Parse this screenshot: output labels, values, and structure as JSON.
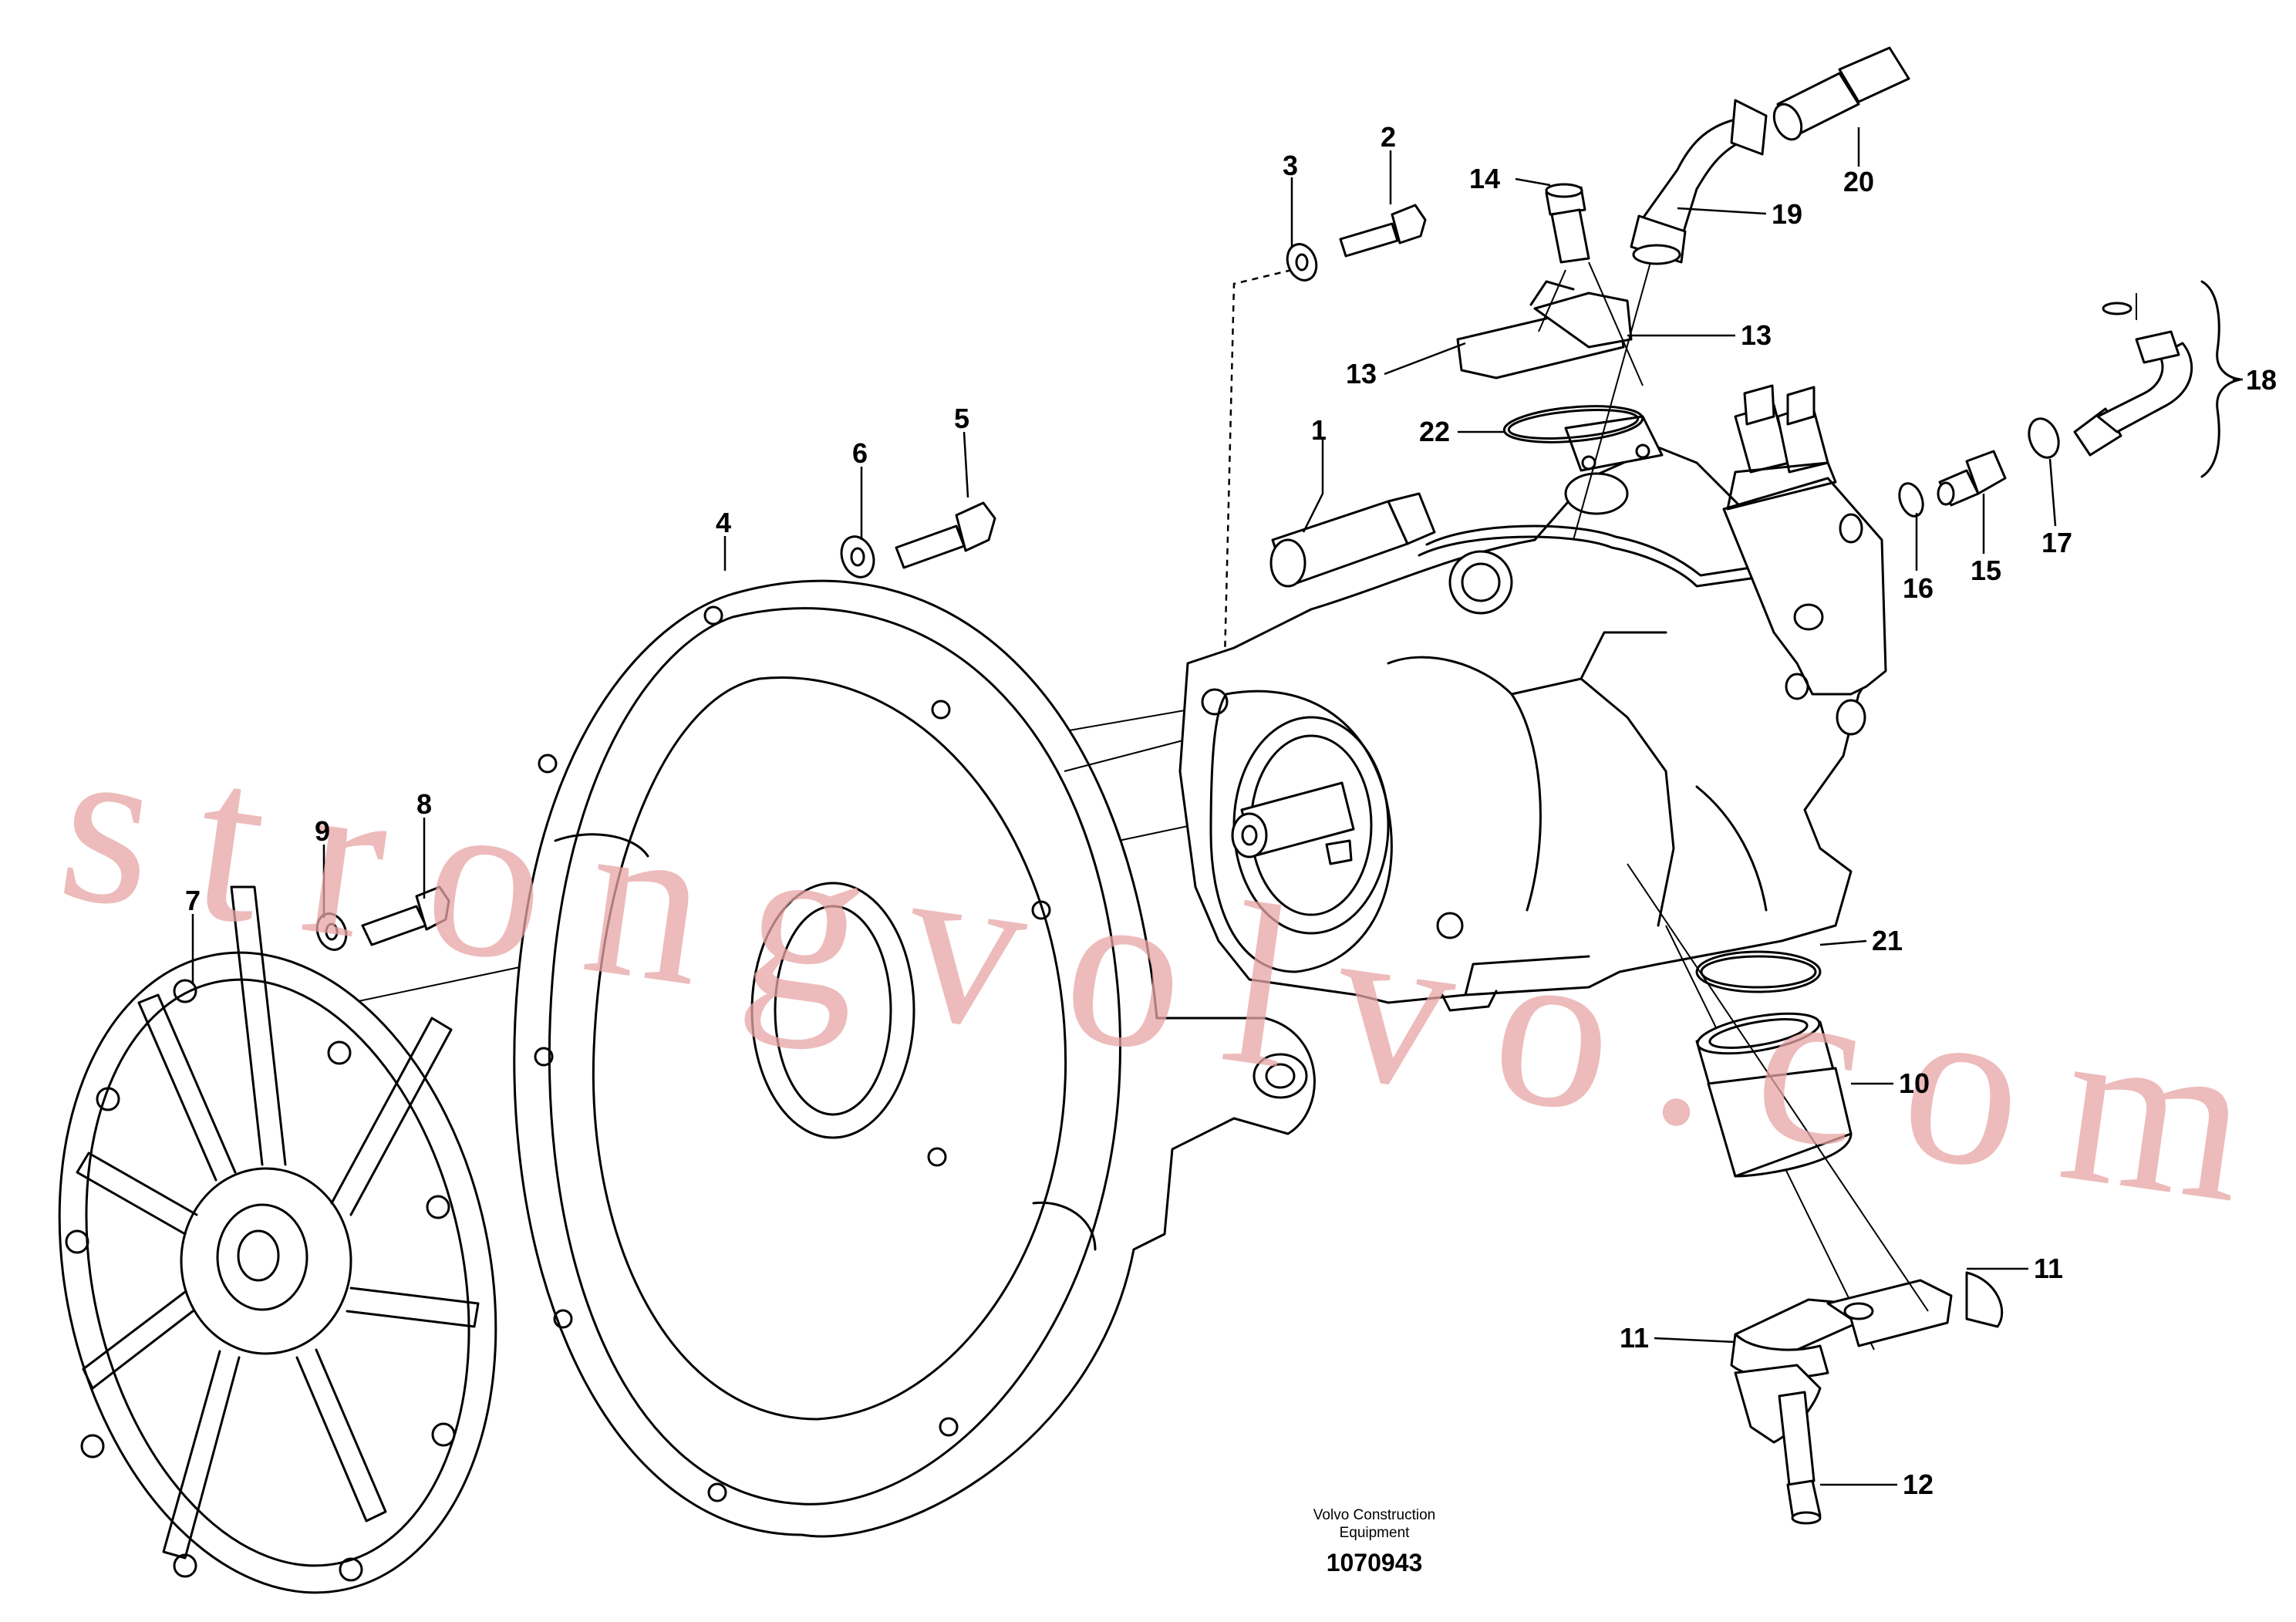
{
  "diagram": {
    "watermark": "strongvolvo.com",
    "caption_line1": "Volvo Construction",
    "caption_line2": "Equipment",
    "drawing_number": "1070943"
  },
  "callouts": [
    "1",
    "2",
    "3",
    "4",
    "5",
    "6",
    "7",
    "8",
    "9",
    "10",
    "11",
    "11",
    "12",
    "13",
    "13",
    "14",
    "15",
    "16",
    "17",
    "18",
    "19",
    "20",
    "21",
    "22"
  ]
}
